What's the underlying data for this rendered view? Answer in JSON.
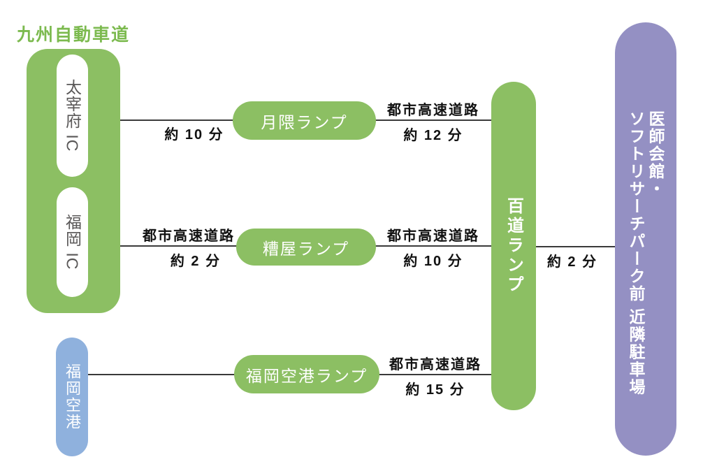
{
  "title": "九州自動車道",
  "nodes": {
    "dazaifu_ic": "太宰府 IC",
    "fukuoka_ic": "福岡 IC",
    "fukuoka_airport": "福岡空港",
    "tsukiguma_ramp": "月隈ランプ",
    "kasuya_ramp": "糟屋ランプ",
    "fukuoka_airport_ramp": "福岡空港ランプ",
    "momochi_ramp": "百道ランプ",
    "parking": "医師会館・\nソフトリサーチパーク前 近隣駐車場"
  },
  "edges": {
    "dazaifu_to_tsukiguma": {
      "below": "約 10 分"
    },
    "tsukiguma_to_momochi": {
      "above": "都市高速道路",
      "below": "約 12 分"
    },
    "fukuoka_ic_to_kasuya": {
      "above": "都市高速道路",
      "below": "約 2 分"
    },
    "kasuya_to_momochi": {
      "above": "都市高速道路",
      "below": "約 10 分"
    },
    "airport_ramp_to_momochi": {
      "above": "都市高速道路",
      "below": "約 15 分"
    },
    "momochi_to_parking": {
      "below": "約 2 分"
    }
  },
  "colors": {
    "green": "#8CBF63",
    "title_green": "#7CBA4F",
    "purple": "#9490C3",
    "blue": "#8FB1DD",
    "ic_text_gray": "#595757",
    "line": "#3A3A3A",
    "label_text": "#111111"
  }
}
